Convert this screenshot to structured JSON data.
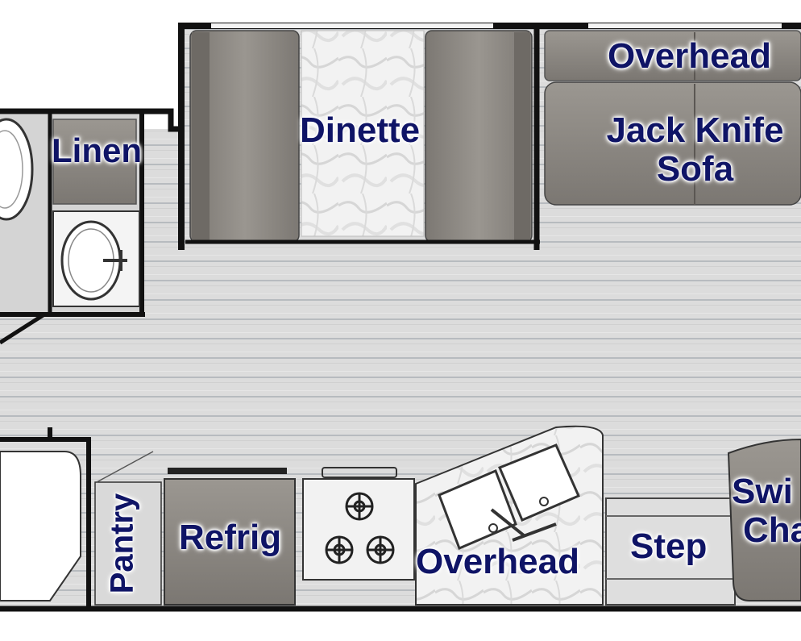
{
  "diagram": {
    "labels": {
      "overhead_top": "Overhead",
      "jack_knife_sofa_line1": "Jack Knife",
      "jack_knife_sofa_line2": "Sofa",
      "dinette": "Dinette",
      "linen": "Linen",
      "pantry": "Pantry",
      "refrig": "Refrig",
      "overhead_bottom": "Overhead",
      "step": "Step",
      "swivel_chair_line1": "Swi",
      "swivel_chair_line2": "Cha"
    },
    "colors": {
      "floor": "#dcdcdc",
      "floor_line": "#b4b8bc",
      "wall": "#111111",
      "cushion": "#8a8680",
      "cushion_dark": "#6f6b66",
      "label": "#0f1466"
    }
  }
}
